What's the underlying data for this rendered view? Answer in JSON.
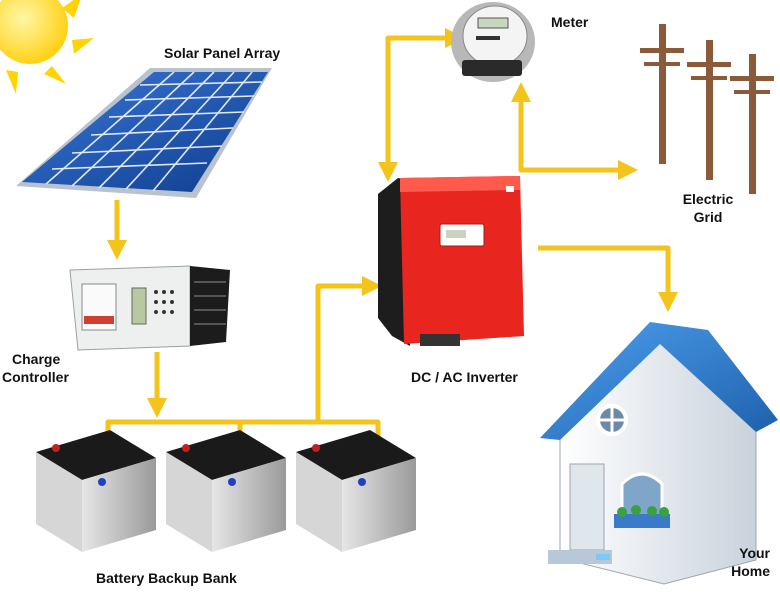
{
  "diagram": {
    "labels": {
      "solar_panel_array": "Solar Panel Array",
      "meter": "Meter",
      "electric_grid_line1": "Electric",
      "electric_grid_line2": "Grid",
      "charge_controller_line1": "Charge",
      "charge_controller_line2": "Controller",
      "dc_ac_inverter": "DC / AC Inverter",
      "battery_backup_bank": "Battery Backup Bank",
      "your_home_line1": "Your",
      "your_home_line2": "Home"
    },
    "colors": {
      "connector": "#f5c41a",
      "sun": "#ffd400",
      "panel_cell": "#1a4fa8",
      "inverter": "#e8251e",
      "battery": "#c8c8c8",
      "roof": "#2a78c8",
      "pole": "#8a5a3a"
    },
    "icons": [
      "sun-icon",
      "solar-panel-icon",
      "charge-controller-icon",
      "battery-icon",
      "inverter-icon",
      "meter-icon",
      "utility-pole-icon",
      "house-icon"
    ]
  }
}
